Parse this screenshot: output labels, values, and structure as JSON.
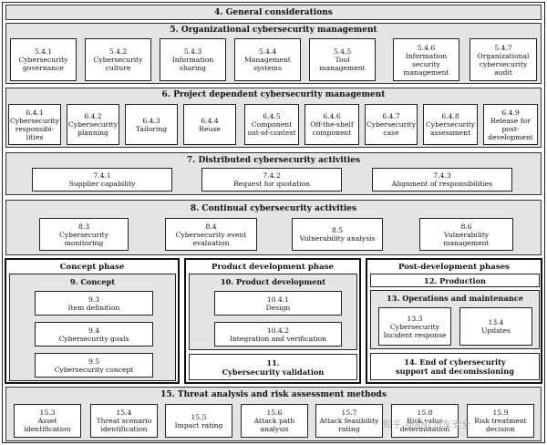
{
  "general": {
    "title": "4. General considerations"
  },
  "org": {
    "title": "5. Organizational cybersecurity management",
    "items": [
      {
        "num": "5.4.1",
        "label": "Cybersecurity governance"
      },
      {
        "num": "5.4.2",
        "label": "Cybersecurity culture"
      },
      {
        "num": "5.4.3",
        "label": "Information sharing"
      },
      {
        "num": "5.4.4",
        "label": "Management systems"
      },
      {
        "num": "5.4.5",
        "label": "Tool management"
      },
      {
        "num": "5.4.6",
        "label": "Information security management"
      },
      {
        "num": "5.4.7",
        "label": "Organizational cybersecurity audit"
      }
    ]
  },
  "project": {
    "title": "6. Project dependent cybersecurity management",
    "items": [
      {
        "num": "6.4.1",
        "label": "Cybersecurity responsibi-lities"
      },
      {
        "num": "6.4.2",
        "label": "Cybersecurity planning"
      },
      {
        "num": "6.4.3",
        "label": "Tailoring"
      },
      {
        "num": "6.4.4",
        "label": "Reuse"
      },
      {
        "num": "6.4.5",
        "label": "Component out-of-context"
      },
      {
        "num": "6.4.6",
        "label": "Off-the-shelf component"
      },
      {
        "num": "6.4.7",
        "label": "Cybersecurity case"
      },
      {
        "num": "6.4.8",
        "label": "Cybersecurity assessment"
      },
      {
        "num": "6.4.9",
        "label": "Release for post-development"
      }
    ]
  },
  "distributed": {
    "title": "7. Distributed cybersecurity activities",
    "items": [
      {
        "num": "7.4.1",
        "label": "Supplier capability"
      },
      {
        "num": "7.4.2",
        "label": "Request for quotation"
      },
      {
        "num": "7.4.3",
        "label": "Alignment of responsibilities"
      }
    ]
  },
  "continual": {
    "title": "8. Continual cybersecurity activities",
    "items": [
      {
        "num": "8.3",
        "label": "Cybersecurity monitoring"
      },
      {
        "num": "8.4",
        "label": "Cybersecurity event evaluation"
      },
      {
        "num": "8.5",
        "label": "Vulnerability analysis"
      },
      {
        "num": "8.6",
        "label": "Vulnerability management"
      }
    ]
  },
  "concept_phase": {
    "title": "Concept phase",
    "section": "9. Concept",
    "items": [
      {
        "num": "9.3",
        "label": "Item definition"
      },
      {
        "num": "9.4",
        "label": "Cybersecurity goals"
      },
      {
        "num": "9.5",
        "label": "Cybersecurity concept"
      }
    ]
  },
  "product_phase": {
    "title": "Product development phase",
    "section": "10. Product development",
    "items": [
      {
        "num": "10.4.1",
        "label": "Design"
      },
      {
        "num": "10.4.2",
        "label": "Integration and verification"
      }
    ],
    "validation_num": "11.",
    "validation_label": "Cybersecurity validation"
  },
  "post_phase": {
    "title": "Post-development phases",
    "production": "12. Production",
    "operations": "13. Operations and maintenance",
    "items": [
      {
        "num": "13.3",
        "label": "Cybersecurity Incident response"
      },
      {
        "num": "13.4",
        "label": "Updates"
      }
    ],
    "end_line1": "14. End of cybersecurity",
    "end_line2": "support and decomissioning"
  },
  "threat": {
    "title": "15. Threat analysis and risk assessment methods",
    "items": [
      {
        "num": "15.3",
        "label": "Asset identification"
      },
      {
        "num": "15.4",
        "label": "Threat scenario identification"
      },
      {
        "num": "15.5",
        "label": "Impact rating"
      },
      {
        "num": "15.6",
        "label": "Attack path analysis"
      },
      {
        "num": "15.7",
        "label": "Attack feasibility rating"
      },
      {
        "num": "15.8",
        "label": "Risk value determination"
      },
      {
        "num": "15.9",
        "label": "Risk treatment decision"
      }
    ]
  },
  "watermark": "知乎 @ANL汽车安全"
}
